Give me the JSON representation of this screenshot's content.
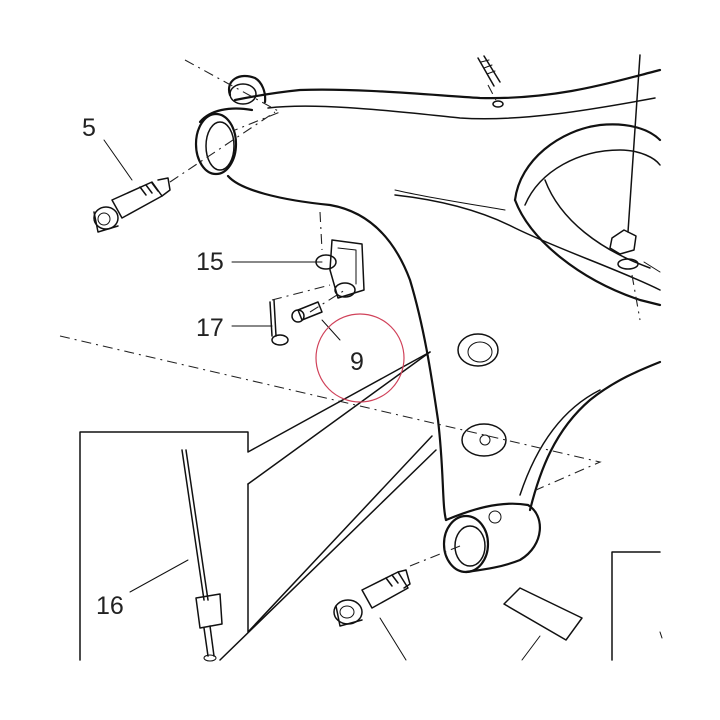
{
  "callouts": [
    {
      "id": "c5",
      "text": "5"
    },
    {
      "id": "c15",
      "text": "15"
    },
    {
      "id": "c17",
      "text": "17"
    },
    {
      "id": "c9",
      "text": "9"
    },
    {
      "id": "c16",
      "text": "16"
    }
  ],
  "highlight": {
    "color": "#d0425a"
  },
  "line_color": "#111111"
}
